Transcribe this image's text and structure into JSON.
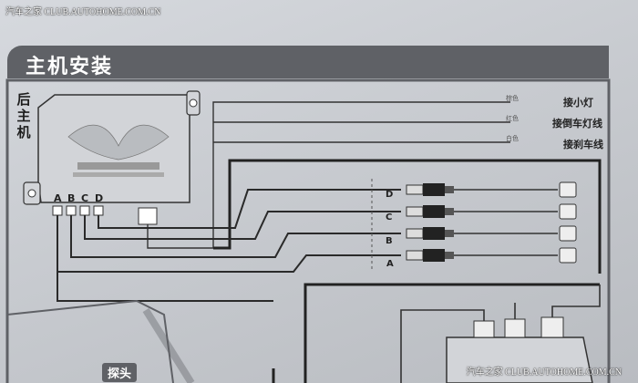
{
  "watermarks": {
    "top": "汽车之家 CLUB.AUTOHOME.COM.CN",
    "bottom": "汽车之家 CLUB.AUTOHOME.COM.CN"
  },
  "diagram": {
    "title": "主机安装",
    "host_label": "后主机",
    "host_ports": [
      "A",
      "B",
      "C",
      "D"
    ],
    "wire_colors": [
      "棕色",
      "红色",
      "白色"
    ],
    "wire_targets": [
      "接小灯",
      "接倒车灯线",
      "接刹车线"
    ],
    "sensor_letters": [
      "D",
      "C",
      "B",
      "A"
    ],
    "probe_label": "探头"
  },
  "colors": {
    "paper": "#c9ccd1",
    "title_bar": "#5f6166",
    "line": "#2a2a2a"
  }
}
